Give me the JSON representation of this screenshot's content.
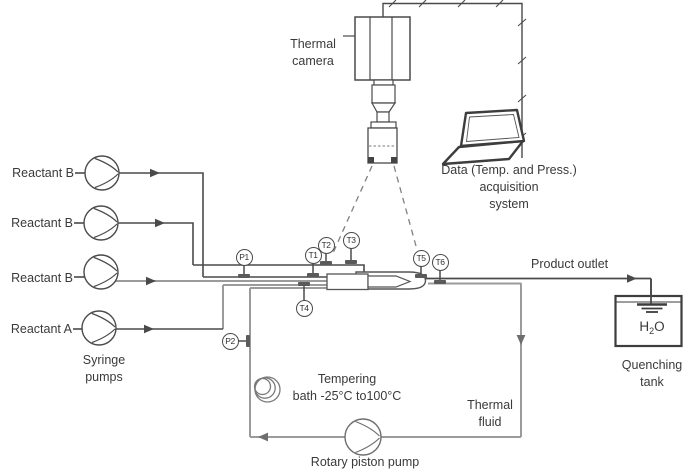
{
  "colors": {
    "background": "#ffffff",
    "line_dark": "#4a4a4a",
    "line_gray": "#9b9b9b",
    "outline": "#3d3d3d",
    "text": "#3a3a3a"
  },
  "labels": {
    "thermal_camera": [
      "Thermal",
      "camera"
    ],
    "data_acquisition": [
      "Data (Temp. and Press.)",
      "acquisition",
      "system"
    ],
    "product_outlet": "Product outlet",
    "quenching_tank": [
      "Quenching",
      "tank"
    ],
    "h2o": [
      "H",
      "2",
      "O"
    ],
    "syringe_pumps": [
      "Syringe",
      "pumps"
    ],
    "tempering_bath": [
      "Tempering",
      "bath -25°C to100°C"
    ],
    "thermal_fluid": [
      "Thermal",
      "fluid"
    ],
    "rotary_piston_pump": "Rotary piston pump"
  },
  "feeds": [
    {
      "label": "Reactant B"
    },
    {
      "label": "Reactant B"
    },
    {
      "label": "Reactant B"
    },
    {
      "label": "Reactant A"
    }
  ],
  "sensors": [
    {
      "id": "P1"
    },
    {
      "id": "T1"
    },
    {
      "id": "T2"
    },
    {
      "id": "T3"
    },
    {
      "id": "T4"
    },
    {
      "id": "T5"
    },
    {
      "id": "T6"
    },
    {
      "id": "P2"
    }
  ]
}
